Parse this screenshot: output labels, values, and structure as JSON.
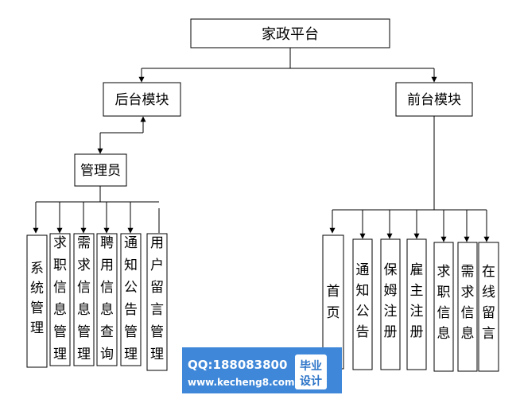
{
  "root": {
    "label": "家政平台"
  },
  "backend": {
    "label": "后台模块"
  },
  "frontend": {
    "label": "前台模块"
  },
  "admin": {
    "label": "管理员"
  },
  "backend_items": [
    {
      "id": "system-management",
      "label": "系统管理"
    },
    {
      "id": "job-seeking-info-management",
      "label": "求职信息管理"
    },
    {
      "id": "demand-info-management",
      "label": "需求信息管理"
    },
    {
      "id": "hiring-info-query",
      "label": "聘用信息查询"
    },
    {
      "id": "notice-management",
      "label": "通知公告管理"
    },
    {
      "id": "user-message-management",
      "label": "用户留言管理"
    }
  ],
  "frontend_items": [
    {
      "id": "home",
      "label": "首页"
    },
    {
      "id": "notices",
      "label": "通知公告"
    },
    {
      "id": "nanny-registration",
      "label": "保姆注册"
    },
    {
      "id": "employer-registration",
      "label": "雇主注册"
    },
    {
      "id": "job-seeking-info",
      "label": "求职信息"
    },
    {
      "id": "demand-info",
      "label": "需求信息"
    },
    {
      "id": "online-message",
      "label": "在线留言"
    }
  ],
  "watermark": {
    "qq": "QQ:188083800",
    "url": "www.kecheng8.com",
    "badge_line1": "毕业",
    "badge_line2": "设计"
  }
}
